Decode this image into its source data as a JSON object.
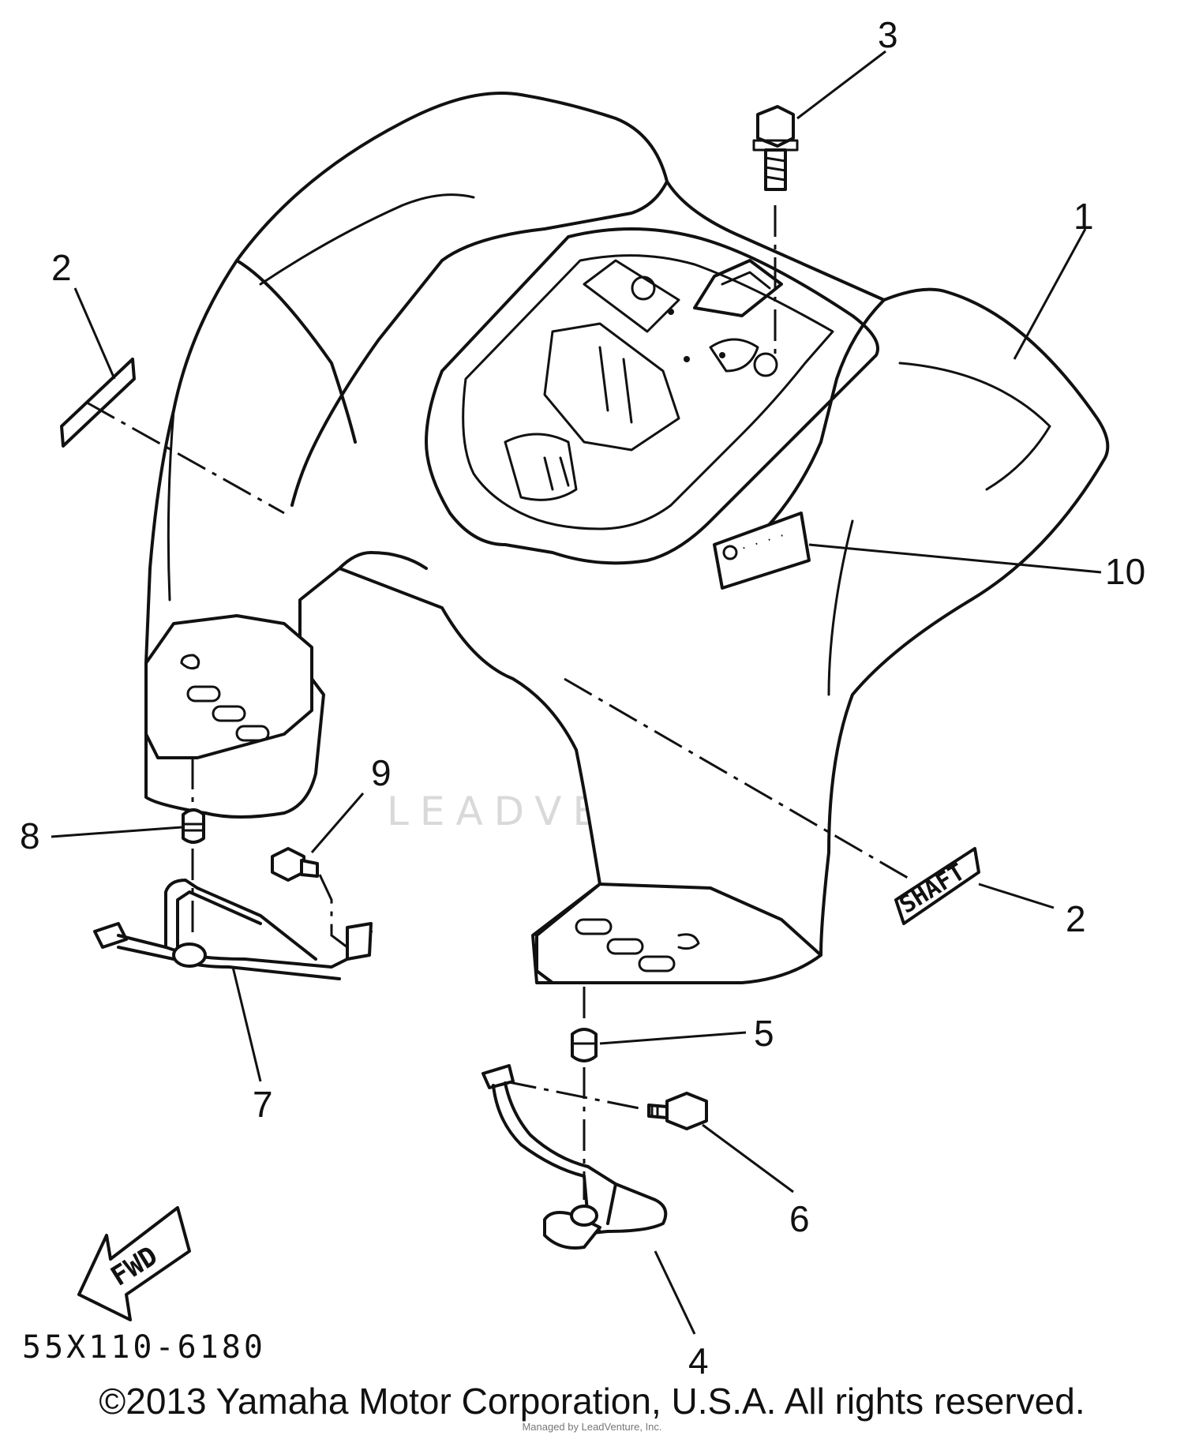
{
  "callouts": [
    {
      "id": "c1",
      "label": "1"
    },
    {
      "id": "c2a",
      "label": "2"
    },
    {
      "id": "c2b",
      "label": "2"
    },
    {
      "id": "c3",
      "label": "3"
    },
    {
      "id": "c4",
      "label": "4"
    },
    {
      "id": "c5",
      "label": "5"
    },
    {
      "id": "c6",
      "label": "6"
    },
    {
      "id": "c7",
      "label": "7"
    },
    {
      "id": "c8",
      "label": "8"
    },
    {
      "id": "c9",
      "label": "9"
    },
    {
      "id": "c10",
      "label": "10"
    }
  ],
  "fwd_label": "FWD",
  "decal_text": "SHAFT",
  "part_code": "55X110-6180",
  "watermark": "LEADVENTURE",
  "copyright": "©2013 Yamaha Motor Corporation, U.S.A. All rights reserved.",
  "subtext": "Managed by LeadVenture, Inc."
}
